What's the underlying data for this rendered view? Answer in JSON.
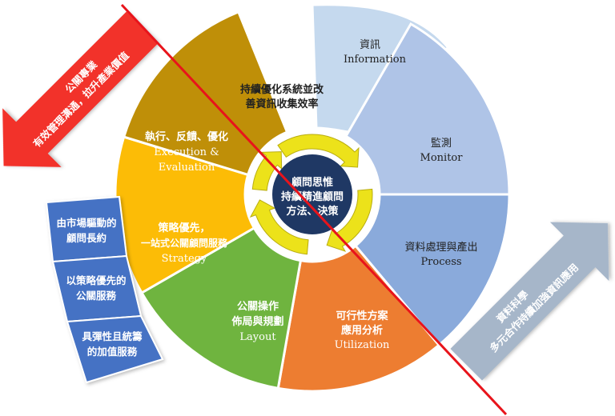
{
  "center": {
    "lines": [
      "顧問思惟",
      "持續精進顧問",
      "方法、決策"
    ]
  },
  "top_caption": {
    "lines": [
      "持續優化系統並改",
      "善資訊收集效率"
    ]
  },
  "segments": {
    "information": {
      "zh": "資訊",
      "en": "Information",
      "color": "#c5d9ee"
    },
    "monitor": {
      "zh": "監測",
      "en": "Monitor",
      "color": "#afc4e7"
    },
    "process": {
      "zh": "資料處理與產出",
      "en": "Process",
      "color": "#8aaadb"
    },
    "utilization": {
      "zh_lines": [
        "可行性方案",
        "應用分析"
      ],
      "en": "Utilization",
      "color": "#ed7d31"
    },
    "layout": {
      "zh_lines": [
        "公關操作",
        "佈局與規劃"
      ],
      "en": "Layout",
      "color": "#6fb43f"
    },
    "strategy": {
      "zh_lines": [
        "策略優先，",
        "一站式公關顧問服務"
      ],
      "en": "Strategy",
      "color": "#fcbc06"
    },
    "execution": {
      "zh": "執行、反饋、優化",
      "en_lines": [
        "Execution &",
        "Evaluation"
      ],
      "color": "#bf8f08"
    }
  },
  "left_boxes": [
    {
      "lines": [
        "由市場驅動的",
        "顧問長約"
      ]
    },
    {
      "lines": [
        "以策略優先的",
        "公關服務"
      ]
    },
    {
      "lines": [
        "具彈性且統籌",
        "的加值服務"
      ]
    }
  ],
  "left_box_color": "#4472c4",
  "red_arrow": {
    "lines": [
      "公關專業",
      "有效管理溝通，拉升產業價值"
    ],
    "color": "#f2312c"
  },
  "gray_arrow": {
    "lines": [
      "資料科學",
      "多元合作持續加強資訊應用"
    ],
    "color": "#a6b6c9"
  },
  "divider_color": "#e8141b",
  "hub_color": "#1f3864",
  "cycle_arrow_color": "#ece21a"
}
